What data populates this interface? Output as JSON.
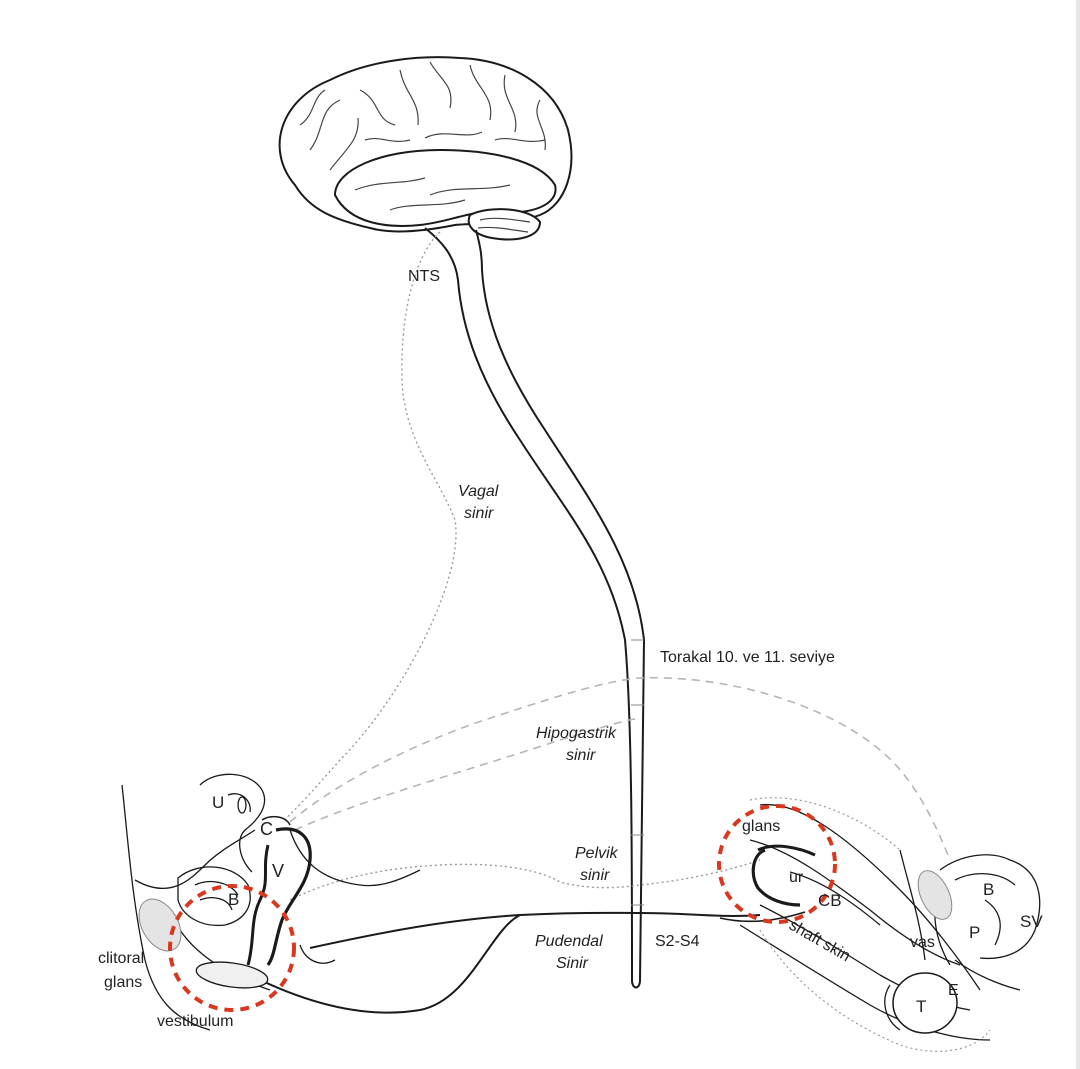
{
  "labels": {
    "nts": "NTS",
    "vagal_1": "Vagal",
    "vagal_2": "sinir",
    "torakal": "Torakal 10. ve 11. seviye",
    "hipogastrik_1": "Hipogastrik",
    "hipogastrik_2": "sinir",
    "pelvik_1": "Pelvik",
    "pelvik_2": "sinir",
    "pudendal_1": "Pudendal",
    "pudendal_2": "Sinir",
    "s2s4": "S2-S4",
    "u": "U",
    "c": "C",
    "v": "V",
    "b_female": "B",
    "clitoral_1": "clitoral",
    "clitoral_2": "glans",
    "vestibulum": "vestibulum",
    "glans": "glans",
    "ur": "ur",
    "cb": "CB",
    "shaft_skin": "shaft skin",
    "b_male": "B",
    "p": "P",
    "sv": "SV",
    "vas": "vas",
    "t": "T",
    "e": "E"
  },
  "colors": {
    "line": "#1a1a1a",
    "nerve_dotted": "#9a9a9a",
    "nerve_dashed": "#b5b5b5",
    "highlight_circle": "#d9381e",
    "fill_gray": "#e4e4e4"
  }
}
